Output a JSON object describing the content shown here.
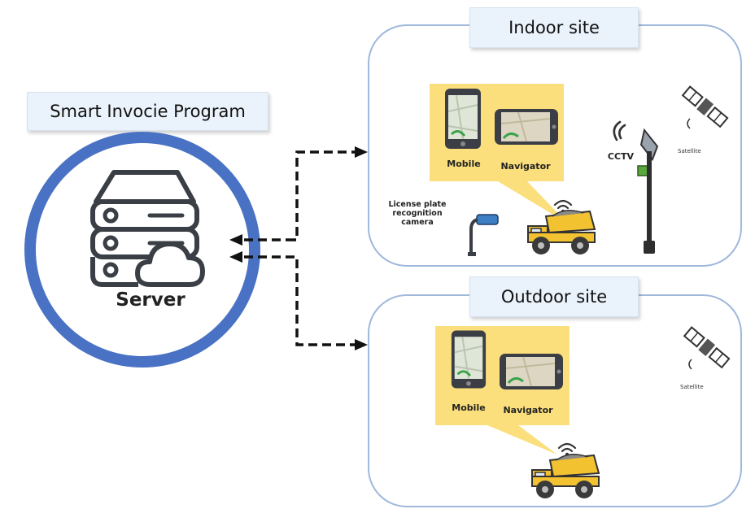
{
  "server": {
    "program_title": "Smart Invocie Program",
    "label": "Server"
  },
  "indoor": {
    "title": "Indoor site",
    "mobile_label": "Mobile",
    "navigator_label": "Navigator",
    "cctv_label": "CCTV",
    "satellite_label": "Satellite",
    "plate_camera_label": [
      "License plate",
      "recognition",
      "camera"
    ]
  },
  "outdoor": {
    "title": "Outdoor site",
    "mobile_label": "Mobile",
    "navigator_label": "Navigator",
    "satellite_label": "Satellite"
  },
  "colors": {
    "ring": "#4a72c4",
    "site_border": "#9fb8dc",
    "bubble": "#fbdf7c",
    "truck": "#f2c230",
    "title_bg": "#eaf2fb"
  },
  "icons": [
    "server-icon",
    "cloud-icon",
    "mobile-icon",
    "navigator-icon",
    "truck-icon",
    "wifi-icon",
    "cctv-icon",
    "satellite-icon",
    "plate-camera-icon"
  ]
}
